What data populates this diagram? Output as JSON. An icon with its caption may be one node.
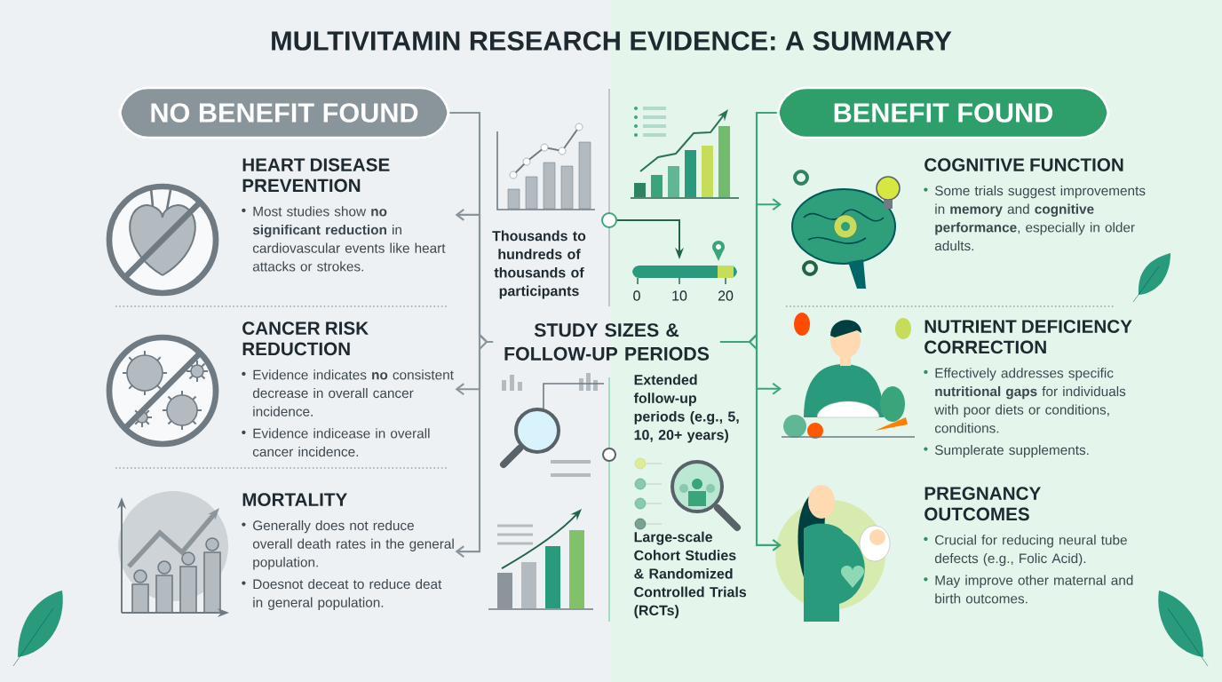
{
  "diagram": {
    "title": "MULTIVITAMIN RESEARCH EVIDENCE: A SUMMARY",
    "nodes": [
      {
        "text": [
          "NO BENEFIT FOUND"
        ]
      },
      {
        "text": [
          "HEART DISEASE PREVENTION",
          "Most studies show **no significant reduction** in cardiovascular events like heart attacks or strokes."
        ]
      },
      {
        "text": [
          "CANCER RISK REDUCTION",
          "Evidence indicates **no** consistent decrease in overall cancer incidence.",
          "Evidence indicease in overall cancer incidence."
        ]
      },
      {
        "text": [
          "MORTALITY",
          "Generally does not reduce overall death rates in the general population.",
          "Doesnot deceat to reduce deat in general population."
        ]
      },
      {
        "text": [
          "STUDY SIZES & FOLLOW-UP PERIODS"
        ]
      },
      {
        "text": [
          "Thousands to hundreds of thousands of participants"
        ]
      },
      {
        "text": [
          "Extended follow-up periods (e.g., 5, 10, 20+ years)"
        ]
      },
      {
        "text": [
          "Large-scale Cohort Studies & Randomized Controlled Trials (RCTs)"
        ]
      },
      {
        "text": [
          "BENEFIT FOUND"
        ]
      },
      {
        "text": [
          "COGNITIVE FUNCTION",
          "Some trials suggest improvements in **memory** and **cognitive performance**, especially in older adults."
        ]
      },
      {
        "text": [
          "NUTRIENT DEFICIENCY CORRECTION",
          "Effectively addresses specific **nutritional gaps** for individuals with poor diets or conditions, conditions.",
          "Sumplerate supplements."
        ]
      },
      {
        "text": [
          "PREGNANCY OUTCOMES",
          "Crucial for reducing neural tube defects (e.g., Folic Acid).",
          "May improve other maternal and birth outcomes."
        ]
      }
    ],
    "edges": [
      {
        "from": 0,
        "to": 4,
        "arrow": "none",
        "color": "#8a949b"
      },
      {
        "from": 4,
        "to": 1,
        "arrow": "to",
        "color": "#8a949b"
      },
      {
        "from": 4,
        "to": 2,
        "arrow": "to",
        "color": "#8a949b"
      },
      {
        "from": 4,
        "to": 3,
        "arrow": "to",
        "color": "#8a949b"
      },
      {
        "from": 8,
        "to": 4,
        "arrow": "none",
        "color": "#3aa57a"
      },
      {
        "from": 4,
        "to": 9,
        "arrow": "to",
        "color": "#3aa57a"
      },
      {
        "from": 4,
        "to": 10,
        "arrow": "to",
        "color": "#3aa57a"
      },
      {
        "from": 4,
        "to": 11,
        "arrow": "to",
        "color": "#3aa57a"
      }
    ],
    "labels": [
      "0",
      "10",
      "20"
    ]
  }
}
